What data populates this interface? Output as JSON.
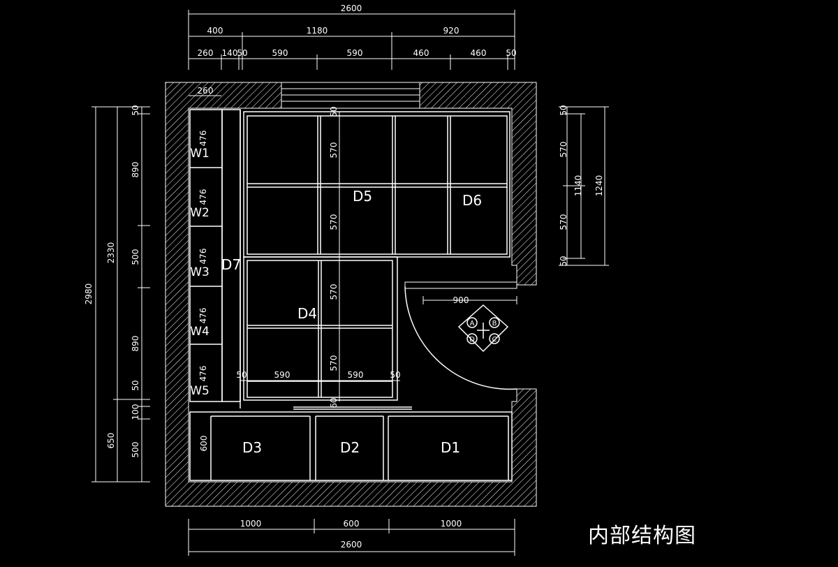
{
  "caption": "内部结构图",
  "top_dims": {
    "total": "2600",
    "row2": [
      "400",
      "1180",
      "920"
    ],
    "row3": [
      "260",
      "140",
      "50",
      "590",
      "590",
      "460",
      "460",
      "50"
    ]
  },
  "bottom_dims": {
    "row1": [
      "1000",
      "600",
      "1000"
    ],
    "total": "2600"
  },
  "left_dims": {
    "total": "2980",
    "col2": [
      "2330",
      "650"
    ],
    "col3": [
      "50",
      "890",
      "500",
      "890",
      "50",
      "100",
      "500"
    ]
  },
  "right_dims": {
    "inner": [
      "50",
      "570",
      "570",
      "50"
    ],
    "mid": "1140",
    "outer": "1240"
  },
  "interior_dims": {
    "w_top": "260",
    "w_heights": [
      "476",
      "476",
      "476",
      "476",
      "476"
    ],
    "d5_gap": "50",
    "cells": [
      "570",
      "570",
      "570",
      "570"
    ],
    "door": "900",
    "d4_row": [
      "50",
      "590",
      "590",
      "50"
    ],
    "gap_bottom": "60",
    "d3_height": "600"
  },
  "labels": {
    "W1": "W1",
    "W2": "W2",
    "W3": "W3",
    "W4": "W4",
    "W5": "W5",
    "D1": "D1",
    "D2": "D2",
    "D3": "D3",
    "D4": "D4",
    "D5": "D5",
    "D6": "D6",
    "D7": "D7"
  },
  "symbol_letters": [
    "A",
    "B",
    "C",
    "D"
  ]
}
